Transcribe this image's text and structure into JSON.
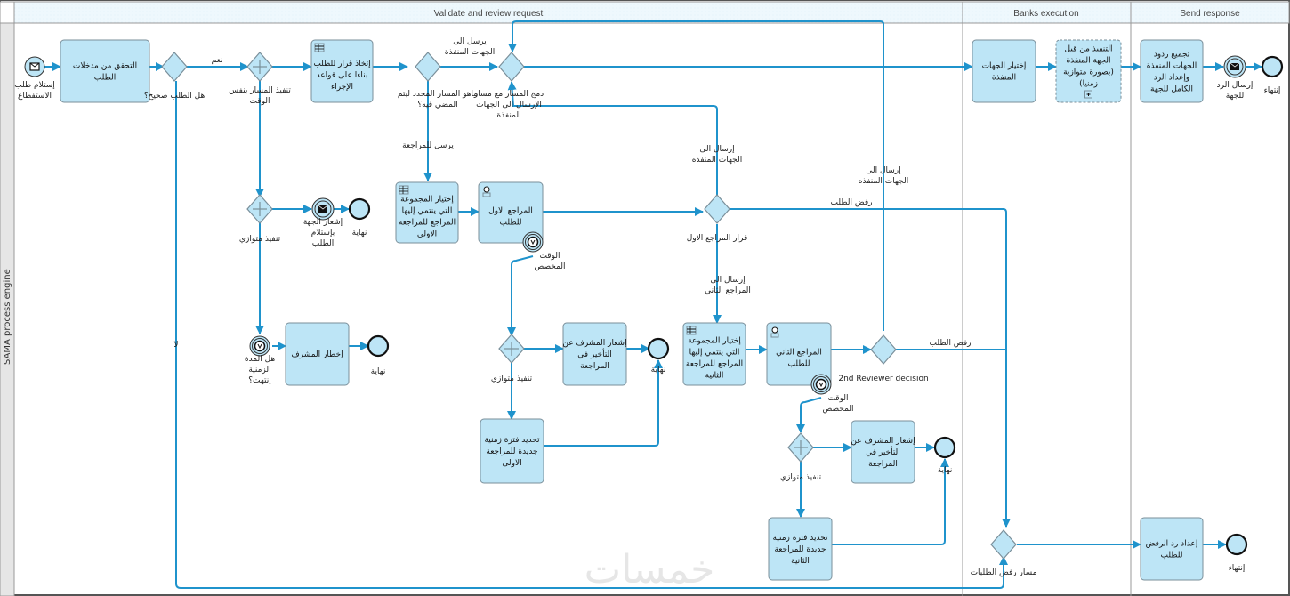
{
  "pool": {
    "label": "SAMA process engine"
  },
  "lanes": [
    {
      "label": "Validate and review request"
    },
    {
      "label": "Banks execution"
    },
    {
      "label": "Send response"
    }
  ],
  "events": {
    "start": "إستلام طلب الاستفطاع",
    "notify_receipt": "إشعار الجهة بإستلام الطلب",
    "end_notify": "نهاية",
    "timer_period": "هل المدة الزمنية إنتهت؟",
    "end_alert": "نهاية",
    "timer1": "الوقت المخصص",
    "end_delay1": "نهاية",
    "timer2": "الوقت المخصص",
    "end_delay2": "نهاية",
    "send_reply": "إرسال الرد للجهة",
    "end_final": "إنتهاء",
    "end_reject": "إنتهاء"
  },
  "tasks": {
    "validate_inputs": "التحقق من مدخلات الطلب",
    "decide_rules": "إتخاذ قرار للطلب بناءا على قواعد الإجراء",
    "pick_group1": "إختيار المجموعة التي ينتمي إليها المراجع للمراجعة الاولى",
    "reviewer1": "المراجع الاول للطلب",
    "alert_supervisor": "إخطار المشرف",
    "notify_delay1": "إشعار المشرف عن التأخير في المراجعة",
    "new_period1": "تحديد فترة زمنية جديدة للمراجعة الاولى",
    "pick_group2": "إختيار المجموعة التي ينتمي إليها المراجع للمراجعة الثانية",
    "reviewer2": "المراجع الثاني للطلب",
    "notify_delay2": "إشعار المشرف عن التأخير في المراجعة",
    "new_period2": "تحديد فترة زمنية جديدة للمراجعة الثانية",
    "pick_banks": "إختيار الجهات المنفذة",
    "bank_exec": "التنفيذ من قبل الجهة المنفذة (بصورة متوازية زمنيا)",
    "collect": "تجميع ردود الجهات المنفذة وإعداد الرد الكامل للجهة",
    "reject_reply": "إعداد رد الرفض للطلب"
  },
  "gateways": {
    "is_valid": "هل الطلب صحيح؟",
    "parallel_same_time": "تنفيذ المسار بنفس الوقت",
    "parallel_notify": "تنفيذ متوازي",
    "which_path": "ماهو المسار المحدد ليتم المضي فيه؟",
    "merge": "دمج المسار مع مسار الإرسال الى الجهات المنفذة",
    "decision1": "قرار المراجع الاول",
    "parallel1": "تنفيذ متوازي",
    "decision2": "2nd Reviewer decision",
    "parallel2": "تنفيذ متوازي",
    "reject_path": "مسار رفض الطلبات"
  },
  "flows": {
    "yes": "نعم",
    "no": "لا",
    "send_banks_1": "يرسل الى الجهات المنفذة",
    "send_review": "يرسل للمراجعة",
    "send_banks_2": "إرسال الى الجهات المنفذه",
    "send_reviewer2": "إرسال الى المراجع الثاني",
    "reject_1": "رفض الطلب",
    "send_banks_3": "إرسال الى الجهات المنفذه",
    "reject_2": "رفض الطلب"
  },
  "watermark": "خمسات"
}
